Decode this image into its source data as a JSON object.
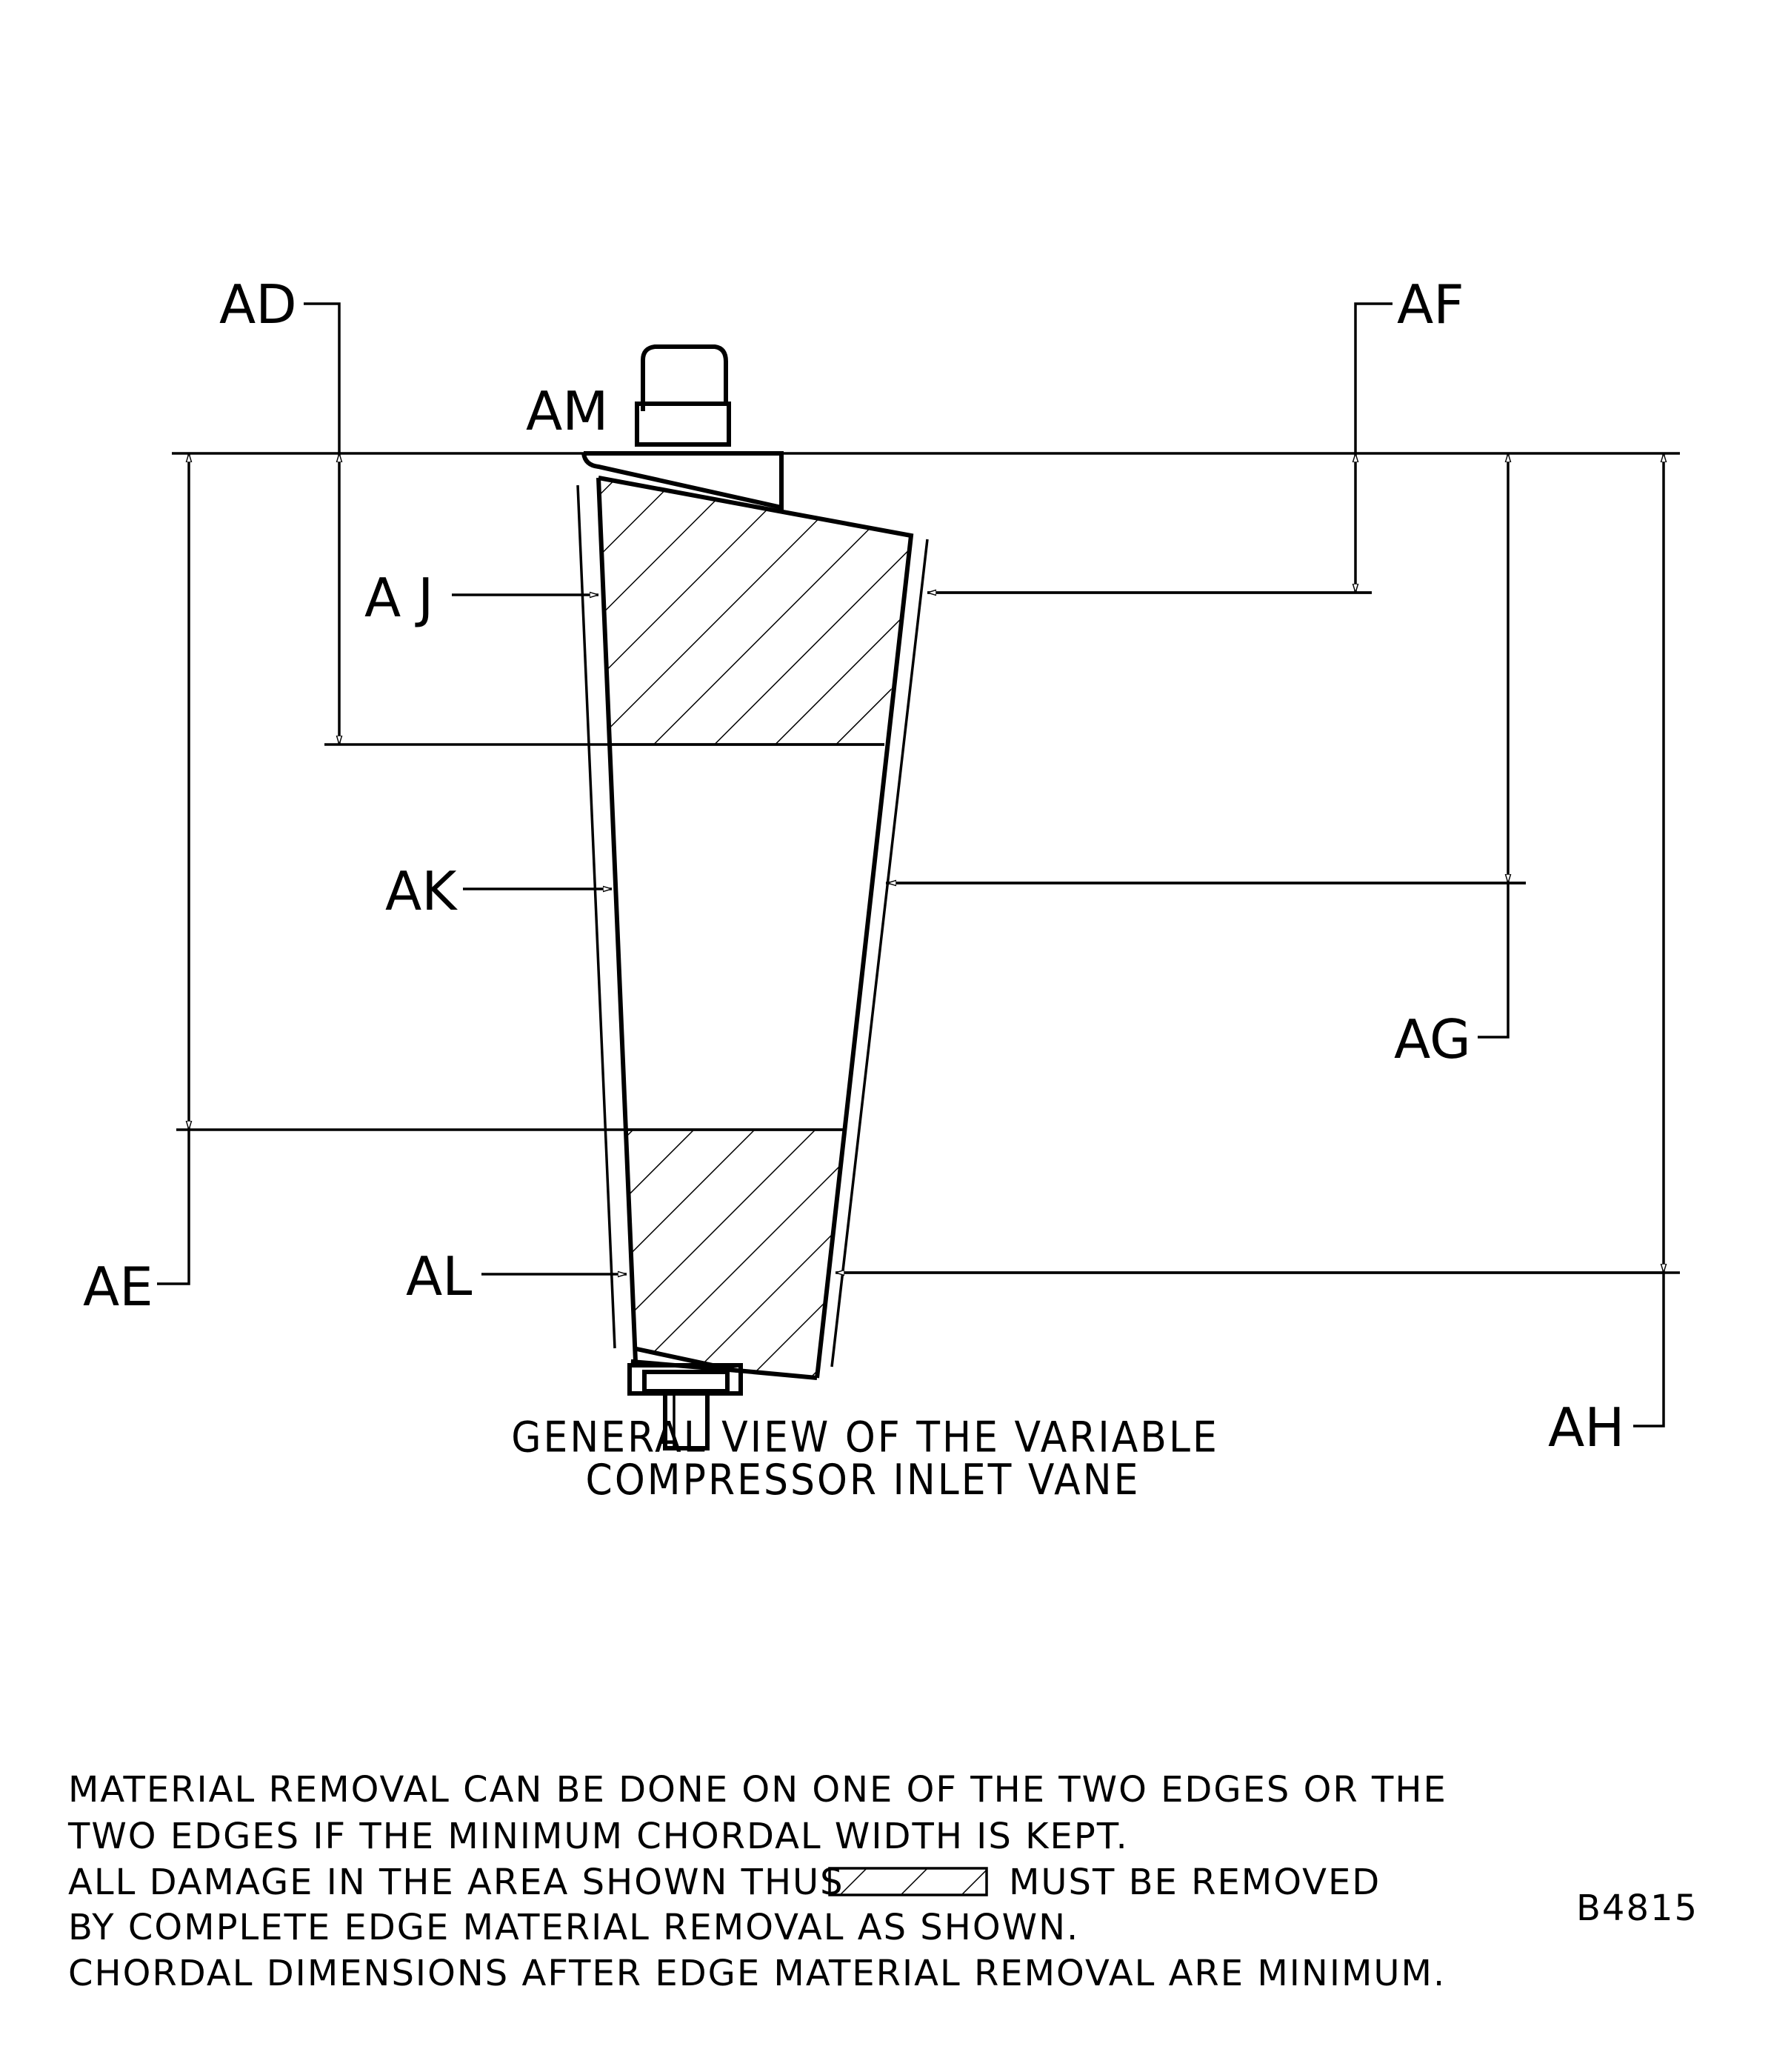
{
  "labels": {
    "ad": "AD",
    "ae": "AE",
    "af": "AF",
    "ag": "AG",
    "ah": "AH",
    "aj": "A J",
    "ak": "AK",
    "al": "AL",
    "am": "AM"
  },
  "caption": {
    "line1": "GENERAL VIEW OF THE VARIABLE",
    "line2": "COMPRESSOR INLET VANE"
  },
  "notes": [
    "MATERIAL REMOVAL CAN BE DONE ON ONE OF THE TWO EDGES OR THE",
    "TWO EDGES IF THE MINIMUM CHORDAL WIDTH IS KEPT.",
    "ALL DAMAGE IN THE AREA SHOWN THUS",
    "MUST BE REMOVED",
    "BY COMPLETE EDGE MATERIAL REMOVAL AS SHOWN.",
    "CHORDAL DIMENSIONS AFTER EDGE MATERIAL REMOVAL ARE MINIMUM."
  ],
  "figure_id": "B4815"
}
